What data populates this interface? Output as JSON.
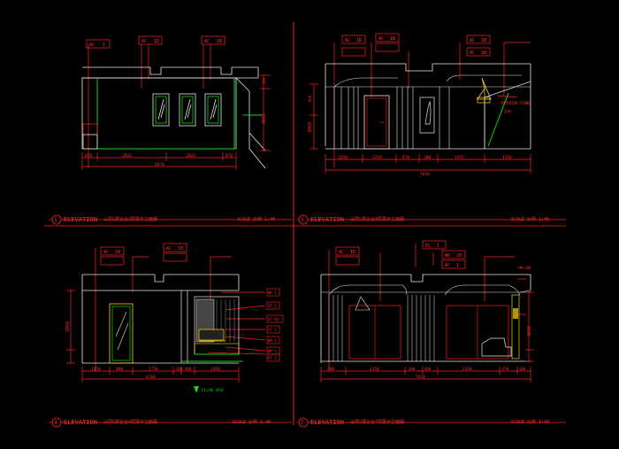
{
  "colors": {
    "background": "#000000",
    "line_red": "#ff2020",
    "line_white": "#e8e8e8",
    "line_green": "#19d219",
    "line_yellow": "#ffd21e",
    "text_red": "#ff3030"
  },
  "panels": [
    {
      "number": "1",
      "title": "ELEVATION",
      "subtitle": "三层C展企业2层展示立面图",
      "scale": "SCALE 比例 1:40",
      "tags": [
        [
          "AC",
          "1"
        ],
        [
          "AC",
          "1B"
        ],
        [
          "AC",
          "1B"
        ]
      ],
      "dims": [
        "870",
        "2820",
        "2820",
        "870"
      ],
      "total": "6870",
      "height": "3060",
      "extra_dims": [
        "150",
        "125"
      ]
    },
    {
      "number": "3",
      "title": "ELEVATION",
      "subtitle": "三层C展企业3层展示立面图",
      "scale": "SCALE 比例 1:40",
      "tags": [
        [
          "AC",
          "1B"
        ],
        [
          "AC",
          "1B"
        ],
        [
          "AC",
          "1B"
        ],
        [
          "AC",
          "1B"
        ]
      ],
      "dims": [
        "1350",
        "1250",
        "870",
        "300",
        "1425",
        "1350"
      ],
      "total": "7650",
      "height": "3060",
      "note": "INTERIOR STONE",
      "note2": "石材",
      "extra_dims": [
        "600",
        "850"
      ]
    },
    {
      "number": "4",
      "title": "ELEVATION",
      "subtitle": "三层C展企业4层展示立面图",
      "scale": "SCALE 比例 1:40",
      "tags": [
        [
          "AC",
          "1B"
        ],
        [
          "AC",
          "1B"
        ]
      ],
      "dims": [
        "1150",
        "800",
        "1750",
        "300",
        "400",
        "1360"
      ],
      "total": "6760",
      "height": "3060",
      "side_tags": [
        "WD 1",
        "ST 1",
        "ST 1A",
        "ST 2",
        "WD 1",
        "WD 1",
        "PT 1"
      ],
      "section_mark": "EL/AE-054"
    },
    {
      "number": "7",
      "title": "ELEVATION",
      "subtitle": "三层C展企业7层展示立面图",
      "scale": "SCALE 比例 1:40",
      "tags": [
        [
          "AC",
          "1B"
        ],
        [
          "EL",
          "1"
        ],
        [
          "WD",
          "1B"
        ],
        [
          "AC",
          "1"
        ]
      ],
      "dims": [
        "300",
        "2150",
        "300",
        "400",
        "2150",
        "450",
        "300"
      ],
      "total": "7650",
      "height": "3060",
      "note": "AC/WD"
    }
  ]
}
